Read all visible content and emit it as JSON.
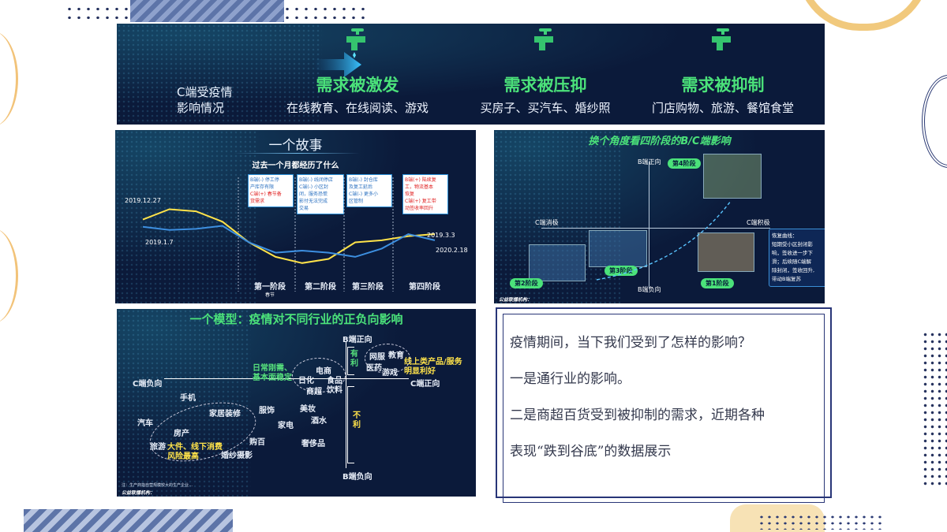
{
  "banner": {
    "side_label_1": "C端受疫情",
    "side_label_2": "影响情况",
    "columns": [
      {
        "title": "需求被激发",
        "subtitle": "在线教育、在线阅读、游戏"
      },
      {
        "title": "需求被压抑",
        "subtitle": "买房子、买汽车、婚纱照"
      },
      {
        "title": "需求被抑制",
        "subtitle": "门店购物、旅游、餐馆食堂"
      }
    ]
  },
  "story": {
    "title": "一个故事",
    "subtitle": "过去一个月都经历了什么",
    "date_labels": [
      "2019.12.27",
      "2019.1.7",
      "2019.3.3",
      "2020.2.18"
    ],
    "stages": [
      "第一阶段",
      "第二阶段",
      "第三阶段",
      "第四阶段"
    ],
    "stage1_note": "春节",
    "notes": [
      {
        "l1": "B端(-) 停工停",
        "l2": "产库存有限",
        "l3": "C端(+) 春节备",
        "l4": "货需求"
      },
      {
        "l1": "B端(-) 线闭停店",
        "l2": "C端(-) 小区封",
        "l3": "闭，服务恐慌",
        "l4": "影付无法完成",
        "l5": "交易"
      },
      {
        "l1": "B端(-) 封仓库",
        "l2": "及复工延后",
        "l3": "C端(-) 更多小",
        "l4": "区管制"
      },
      {
        "l1": "B端(+) 陆续复",
        "l2": "工，物流基本",
        "l3": "恢复",
        "l4": "C端(+) 复工带",
        "l5": "动签收率回升"
      }
    ],
    "chart_data": {
      "type": "line",
      "series": [
        {
          "values": [
            62,
            72,
            70,
            60,
            40,
            26,
            20,
            24,
            40,
            42,
            46,
            48
          ]
        },
        {
          "values": [
            55,
            52,
            53,
            56,
            40,
            30,
            32,
            30,
            26,
            34,
            48,
            42
          ]
        }
      ]
    }
  },
  "quadrant": {
    "title": "换个角度看四阶段的B/C端影响",
    "axis_top": "B端正向",
    "axis_bottom": "B端负向",
    "axis_left": "C端消极",
    "axis_right": "C端积极",
    "stages": [
      "第4阶段",
      "第3阶段",
      "第2阶段",
      "第1阶段"
    ],
    "recovery_title": "恢复曲线：",
    "recovery_lines": [
      "短期受小区封闭影",
      "响，签收进一步下",
      "滑；后续随C端解",
      "除封闭，签收回升,",
      "带动B端复苏"
    ],
    "footer": "公益联播机构："
  },
  "model": {
    "title": "一个模型：疫情对不同行业的正负向影响",
    "axis_top": "B端正向",
    "axis_bottom": "B端负向",
    "axis_left": "C端负向",
    "axis_right": "C端正向",
    "favorable": "有利",
    "unfavorable": "不利",
    "rigid_1": "日常刚需、",
    "rigid_2": "基本面稳定",
    "online_1": "线上类产品/服务",
    "online_2": "明显利好",
    "risk_1": "大件、线下消费",
    "risk_2": "风险最高",
    "items": [
      "网服",
      "教育",
      "医药",
      "游戏",
      "电商",
      "日化",
      "食品",
      "饮料",
      "商超",
      "手机",
      "汽车",
      "家居装修",
      "房产",
      "旅游",
      "服饰",
      "美妆",
      "酒水",
      "家电",
      "购百",
      "婚纱摄影",
      "奢侈品"
    ],
    "footnote": "注：生产商指自营规模较大的生产企业…",
    "footer": "公益联播机构："
  },
  "text_panel": {
    "lines": [
      "疫情期间，当下我们受到了怎样的影响？",
      "一是通行业的影响。",
      "二是商超百货受到被抑制的需求，近期各种",
      "表现“跌到谷底”的数据展示"
    ]
  },
  "colors": {
    "navy": "#0b1a3a",
    "green": "#4be27a",
    "yellow": "#ffe34a",
    "frame": "#283577"
  }
}
